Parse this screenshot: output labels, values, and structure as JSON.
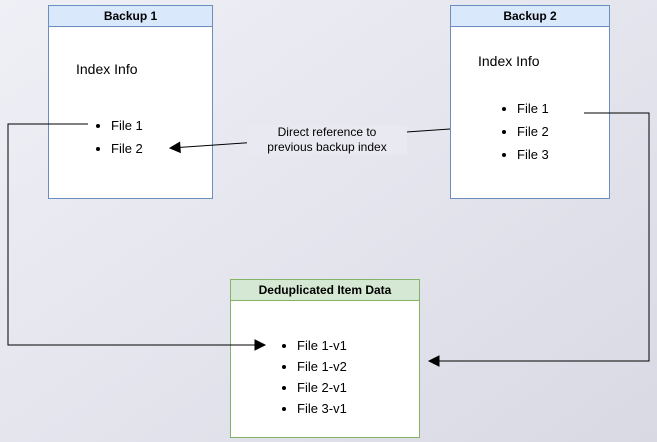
{
  "diagram": {
    "backup1": {
      "title": "Backup 1",
      "section_label": "Index Info",
      "files": [
        "File 1",
        "File 2"
      ]
    },
    "backup2": {
      "title": "Backup 2",
      "section_label": "Index Info",
      "files": [
        "File 1",
        "File 2",
        "File 3"
      ]
    },
    "dedup": {
      "title": "Deduplicated Item Data",
      "files": [
        "File 1-v1",
        "File 1-v2",
        "File 2-v1",
        "File 3-v1"
      ]
    },
    "annotation": {
      "line1": "Direct reference to",
      "line2": "previous backup index"
    }
  },
  "colors": {
    "blue_fill": "#dae8fc",
    "blue_border": "#6c8ebf",
    "green_fill": "#d5e8d4",
    "green_border": "#82b366",
    "arrow": "#000000"
  }
}
